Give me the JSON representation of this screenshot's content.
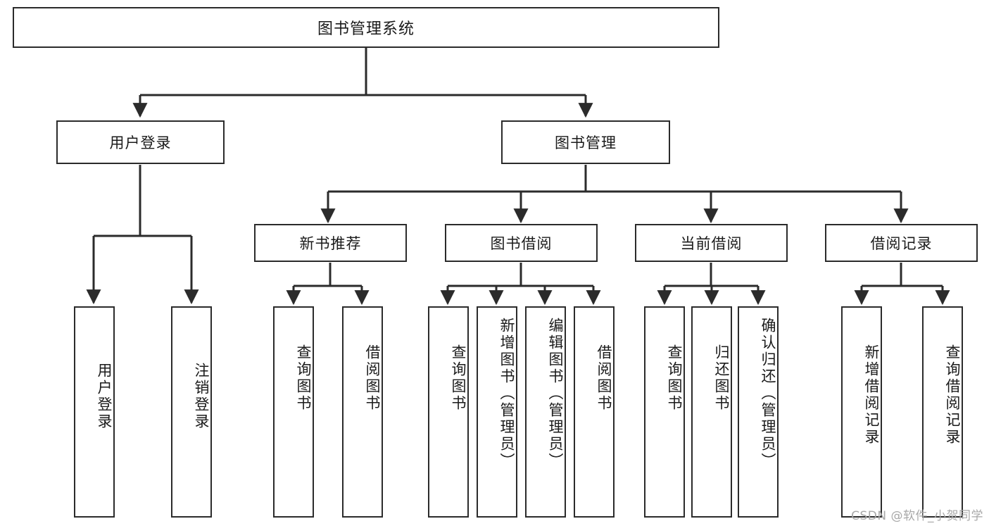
{
  "diagram": {
    "title": "图书管理系统",
    "watermark": "CSDN @软件_小贺同学",
    "colors": {
      "box_border": "#2b2b2b",
      "box_fill": "#ffffff",
      "line": "#2b2b2b",
      "text": "#1a1a1a",
      "watermark": "#a8a8a8",
      "background": "#ffffff"
    },
    "root": {
      "label": "图书管理系统"
    },
    "level2": [
      {
        "label": "用户登录"
      },
      {
        "label": "图书管理"
      }
    ],
    "level3": [
      {
        "label": "新书推荐"
      },
      {
        "label": "图书借阅"
      },
      {
        "label": "当前借阅"
      },
      {
        "label": "借阅记录"
      }
    ],
    "leaves": {
      "user_login": [
        {
          "label": "用户登录"
        },
        {
          "label": "注销登录"
        }
      ],
      "new_book_recommend": [
        {
          "label": "查询图书"
        },
        {
          "label": "借阅图书"
        }
      ],
      "book_borrow": [
        {
          "label": "查询图书"
        },
        {
          "label": "新增图书（管理员）"
        },
        {
          "label": "编辑图书（管理员）"
        },
        {
          "label": "借阅图书"
        }
      ],
      "current_borrow": [
        {
          "label": "查询图书"
        },
        {
          "label": "归还图书"
        },
        {
          "label": "确认归还（管理员）"
        }
      ],
      "borrow_record": [
        {
          "label": "新增借阅记录"
        },
        {
          "label": "查询借阅记录"
        }
      ]
    }
  }
}
